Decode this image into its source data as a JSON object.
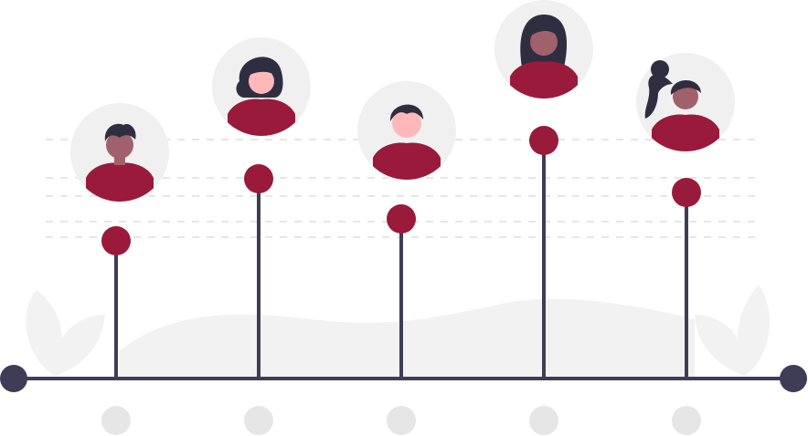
{
  "colors": {
    "accent": "#9a1a3c",
    "line": "#3f3d56",
    "avatar_bg": "#f0f0f0",
    "dashed": "#e6e6e6",
    "hill": "#f2f2f2",
    "ground_dot": "#e6e6e6",
    "hair": "#2f2e41"
  },
  "people": [
    {
      "name": "person-1",
      "icon": "man-avatar-icon",
      "skin": "#a0616a",
      "hair_style": "short-curly"
    },
    {
      "name": "person-2",
      "icon": "woman-avatar-icon",
      "skin": "#ffb8b8",
      "hair_style": "bob"
    },
    {
      "name": "person-3",
      "icon": "man-avatar-icon",
      "skin": "#ffb8b8",
      "hair_style": "short"
    },
    {
      "name": "person-4",
      "icon": "woman-avatar-icon",
      "skin": "#a0616a",
      "hair_style": "long"
    },
    {
      "name": "person-5",
      "icon": "woman-avatar-icon",
      "skin": "#a0616a",
      "hair_style": "ponytail"
    }
  ]
}
